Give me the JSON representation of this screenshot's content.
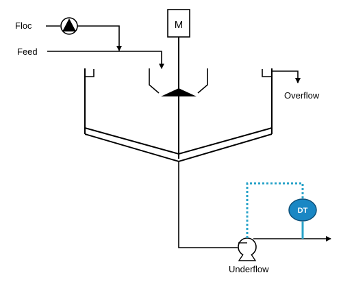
{
  "labels": {
    "floc": "Floc",
    "feed": "Feed",
    "overflow": "Overflow",
    "underflow": "Underflow",
    "motor": "M",
    "transmitter": "DT"
  },
  "colors": {
    "line": "#000000",
    "signal": "#29a3c9",
    "transmitter_fill": "#1a87c4",
    "transmitter_stroke": "#0d4f78"
  },
  "icons": {
    "floc_pump": "pump-triangle-icon",
    "motor": "motor-box-icon",
    "rake": "rake-triangle-icon",
    "underflow_pump": "centrifugal-pump-icon",
    "transmitter": "density-transmitter-icon"
  }
}
